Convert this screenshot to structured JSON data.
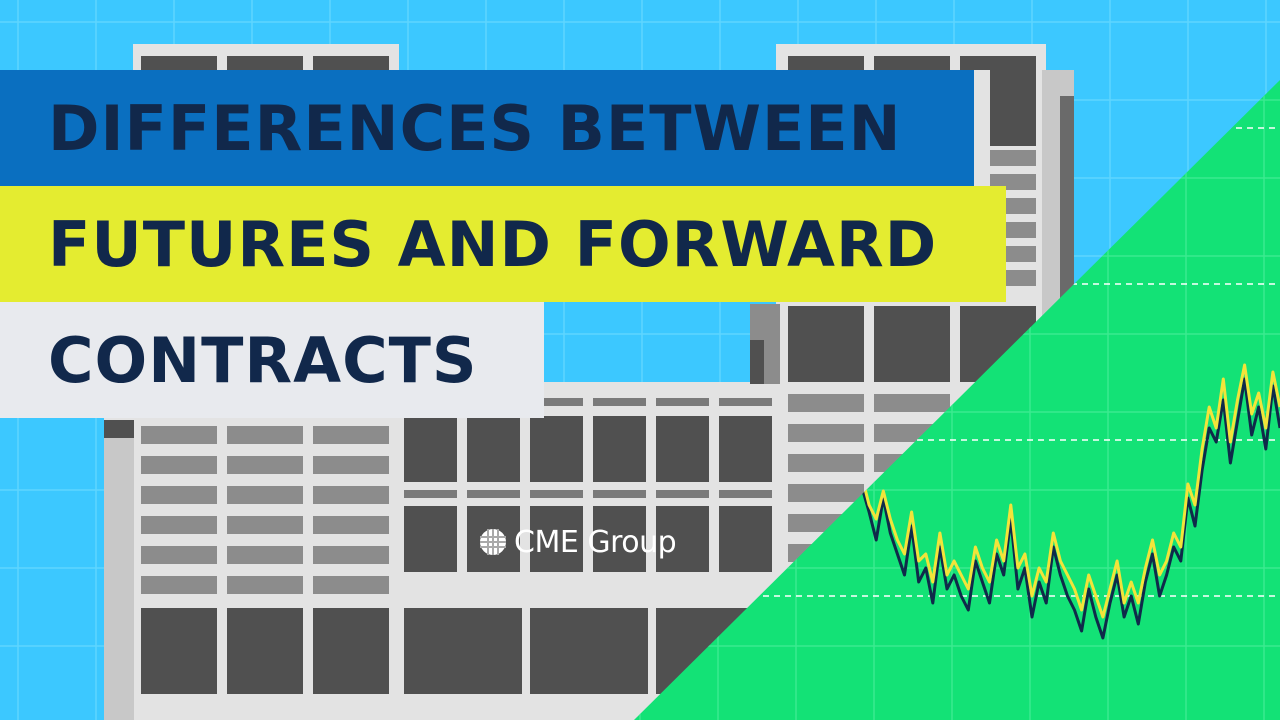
{
  "title": {
    "line1": "DIFFERENCES BETWEEN",
    "line2": "FUTURES AND FORWARD",
    "line3": "CONTRACTS"
  },
  "logo": {
    "text": "CME Group",
    "mark": "globe-icon"
  },
  "colors": {
    "sky": "#3cc8ff",
    "grid_blue": "#5fd6ff",
    "building_light": "#e3e3e3",
    "building_mid": "#c8c8c8",
    "building_dark": "#505050",
    "building_panel": "#8c8c8c",
    "band1_bg": "#0a6fc0",
    "band2_bg": "#e4ec30",
    "band3_bg": "#e8eaee",
    "title_text": "#11284b",
    "chart_bg": "#13e276",
    "chart_grid": "#3bea8f",
    "series_dark": "#0f2a4a",
    "series_yellow": "#f2e43a"
  },
  "chart_data": {
    "type": "line",
    "series": [
      {
        "values": [
          0.55,
          0.48,
          0.4,
          0.52,
          0.42,
          0.36,
          0.3,
          0.44,
          0.28,
          0.32,
          0.22,
          0.38,
          0.26,
          0.3,
          0.24,
          0.2,
          0.34,
          0.28,
          0.22,
          0.36,
          0.3,
          0.46,
          0.26,
          0.32,
          0.18,
          0.28,
          0.22,
          0.38,
          0.3,
          0.24,
          0.2,
          0.14,
          0.26,
          0.18,
          0.12,
          0.22,
          0.3,
          0.18,
          0.24,
          0.16,
          0.28,
          0.36,
          0.24,
          0.3,
          0.38,
          0.34,
          0.52,
          0.44,
          0.6,
          0.72,
          0.68,
          0.8,
          0.62,
          0.74,
          0.86,
          0.7,
          0.78,
          0.66,
          0.84,
          0.72
        ]
      },
      {
        "values": [
          0.58,
          0.5,
          0.46,
          0.54,
          0.46,
          0.4,
          0.36,
          0.48,
          0.34,
          0.36,
          0.28,
          0.42,
          0.3,
          0.34,
          0.3,
          0.26,
          0.38,
          0.32,
          0.28,
          0.4,
          0.34,
          0.5,
          0.32,
          0.36,
          0.24,
          0.32,
          0.28,
          0.42,
          0.34,
          0.3,
          0.26,
          0.2,
          0.3,
          0.24,
          0.18,
          0.26,
          0.34,
          0.22,
          0.28,
          0.22,
          0.32,
          0.4,
          0.3,
          0.34,
          0.42,
          0.38,
          0.56,
          0.5,
          0.66,
          0.78,
          0.72,
          0.86,
          0.68,
          0.8,
          0.9,
          0.76,
          0.82,
          0.72,
          0.88,
          0.78
        ]
      }
    ]
  }
}
